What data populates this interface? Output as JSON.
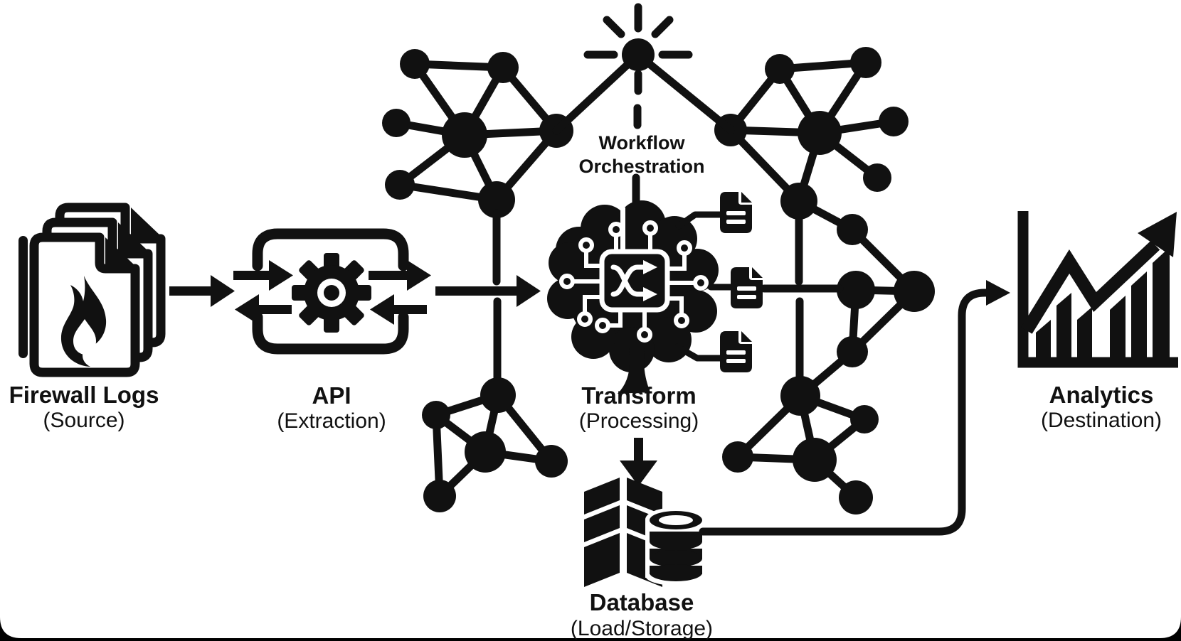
{
  "canvas": {
    "background_color": "#000000",
    "surface_color": "#ffffff",
    "ink_color": "#111111"
  },
  "nodes": {
    "firewall": {
      "title": "Firewall Logs",
      "subtitle": "(Source)",
      "icon": "firewall-logs-stacked-documents-flame-icon"
    },
    "api": {
      "title": "API",
      "subtitle": "(Extraction)",
      "icon": "gear-sync-arrows-icon"
    },
    "orchestration": {
      "title_line1": "Workflow",
      "title_line2": "Orchestration",
      "icon": "sun-burst-node-icon"
    },
    "transform": {
      "title": "Transform",
      "subtitle": "(Processing)",
      "icon": "circuit-brain-shuffle-icon"
    },
    "database": {
      "title": "Database",
      "subtitle": "(Load/Storage)",
      "icon": "book-and-database-cylinder-icon"
    },
    "analytics": {
      "title": "Analytics",
      "subtitle": "(Destination)",
      "icon": "rising-bar-chart-arrow-icon"
    }
  },
  "edges": [
    {
      "from": "firewall",
      "to": "api",
      "style": "arrow"
    },
    {
      "from": "api",
      "to": "transform",
      "style": "arrow"
    },
    {
      "from": "orchestration",
      "to": "transform",
      "style": "dashed-line"
    },
    {
      "from": "transform",
      "to": "document-icons",
      "style": "elbow-lines"
    },
    {
      "from": "transform",
      "to": "database",
      "style": "arrow"
    },
    {
      "from": "database",
      "to": "analytics",
      "style": "elbow-arrow"
    }
  ],
  "decorations": {
    "network_clusters": [
      {
        "position": "upper-left",
        "node_count": 7
      },
      {
        "position": "lower-left",
        "node_count": 5
      },
      {
        "position": "right",
        "node_count": 16
      }
    ],
    "document_icon_count": 3
  }
}
